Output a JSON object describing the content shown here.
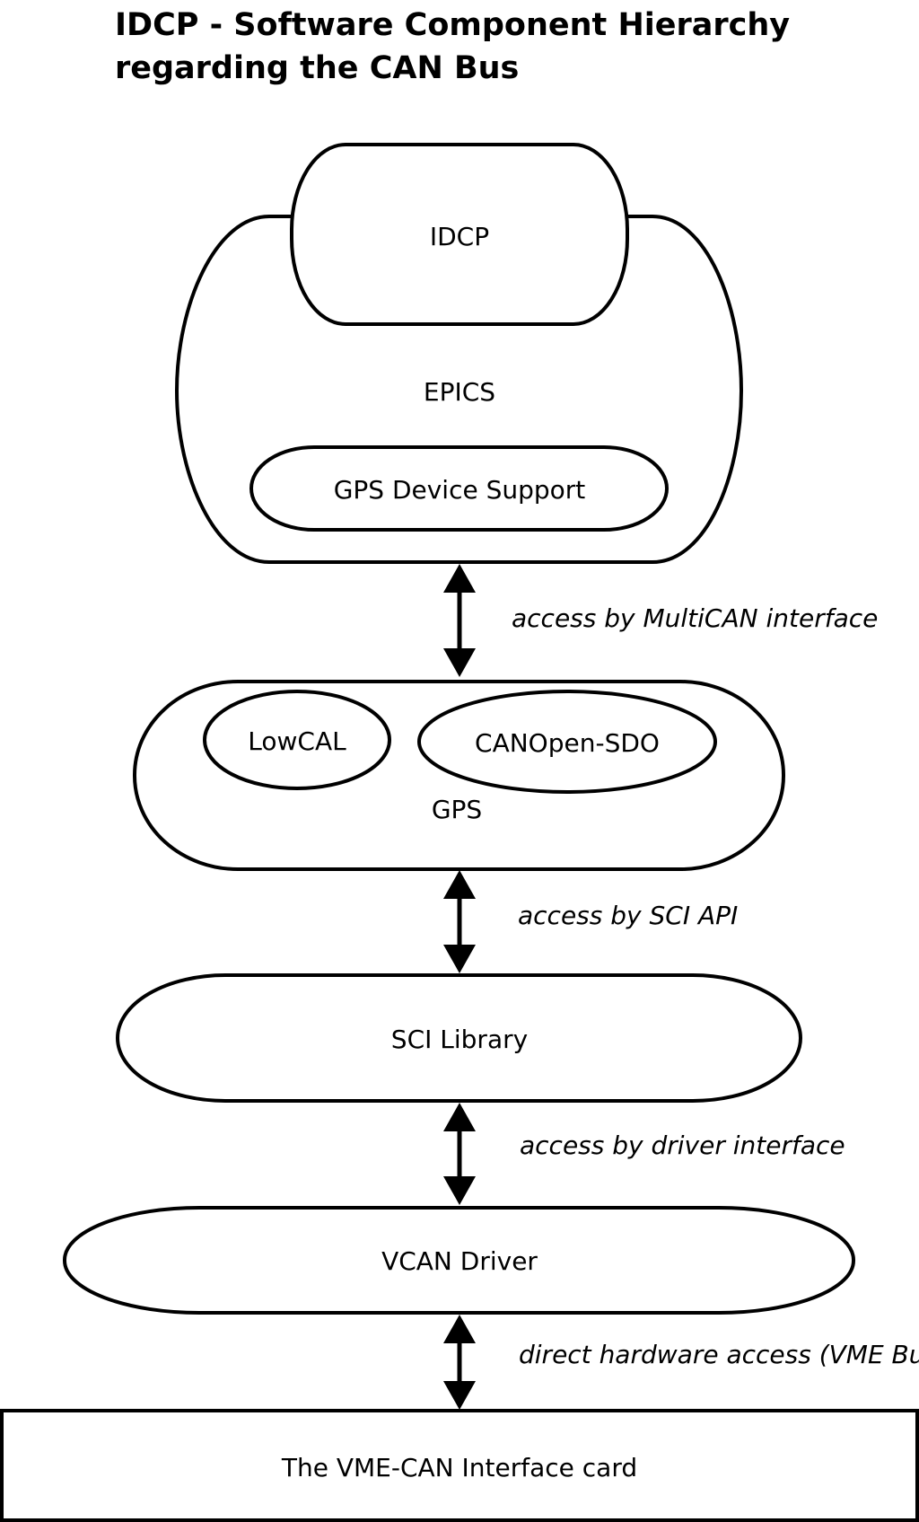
{
  "title": {
    "line1": "IDCP - Software Component Hierarchy",
    "line2": "regarding the CAN Bus"
  },
  "nodes": {
    "idcp": "IDCP",
    "epics": "EPICS",
    "gps_device_support": "GPS Device Support",
    "lowcal": "LowCAL",
    "canopen_sdo": "CANOpen-SDO",
    "gps": "GPS",
    "sci_library": "SCI Library",
    "vcan_driver": "VCAN Driver",
    "vme_can_card": "The VME-CAN Interface card"
  },
  "connections": {
    "epics_gps": "access by MultiCAN interface",
    "gps_sci": "access by SCI API",
    "sci_vcan": "access by driver interface",
    "vcan_card": "direct hardware access (VME Bus("
  }
}
